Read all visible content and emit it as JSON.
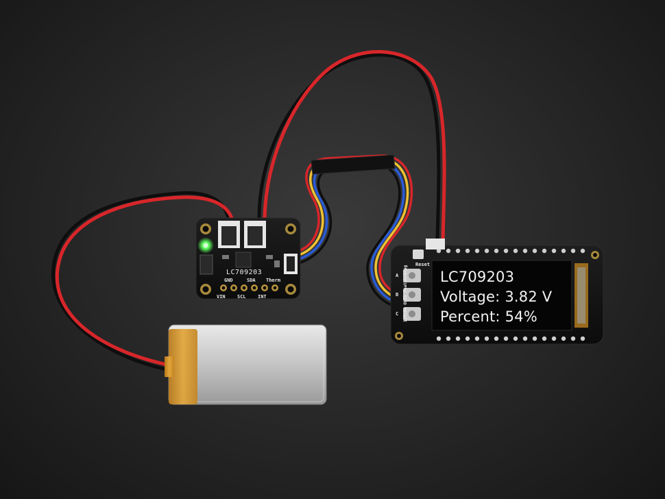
{
  "sensor_board": {
    "chip_label": "LC709203",
    "pins_top": [
      "GND",
      "SDA",
      "Therm"
    ],
    "pins_bottom": [
      "VIN",
      "SCL",
      "INT"
    ]
  },
  "feather_wing": {
    "reset_label": "Reset",
    "button_labels": [
      "A",
      "B",
      "C"
    ],
    "side_label": "128x64 OLED FeatherWing"
  },
  "oled": {
    "line1": "LC709203",
    "line2": "Voltage: 3.82 V",
    "line3": "Percent: 54%"
  },
  "colors": {
    "pcb": "#141414",
    "red_wire": "#d8262a",
    "black_wire": "#0e0e0e",
    "yellow_wire": "#f1c232",
    "blue_wire": "#2a5bd7",
    "battery_foil": "#c8c8c8",
    "kapton": "#d79a22",
    "led_green": "#5dff5d"
  }
}
